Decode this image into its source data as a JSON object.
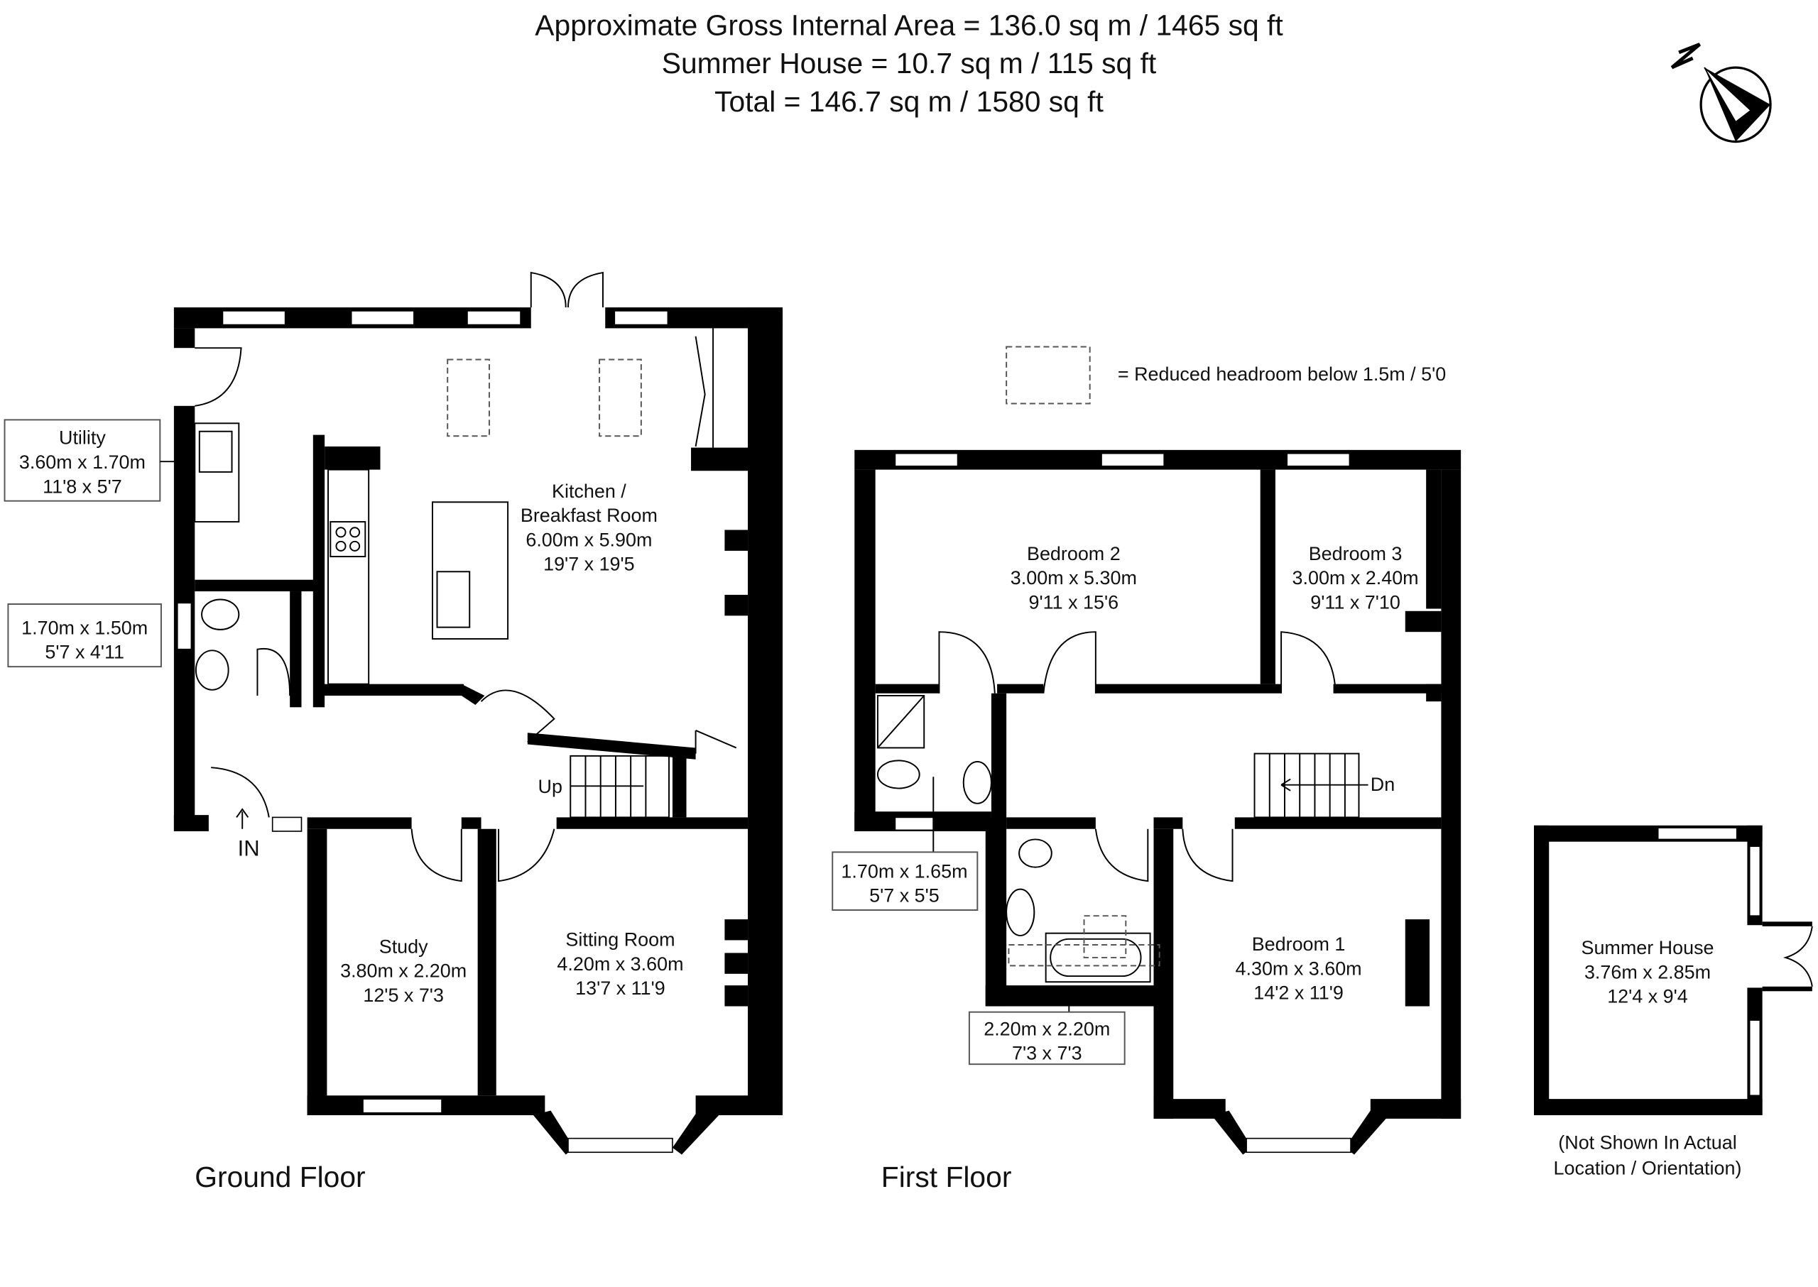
{
  "header": {
    "line1": "Approximate Gross Internal Area = 136.0 sq m / 1465 sq ft",
    "line2": "Summer House = 10.7 sq m / 115 sq ft",
    "line3": "Total = 146.7 sq m / 1580 sq ft"
  },
  "compass": {
    "label": "N",
    "icon": "north-arrow-icon"
  },
  "legend": {
    "text": "= Reduced headroom below 1.5m / 5'0"
  },
  "ground_floor": {
    "title": "Ground Floor",
    "entrance": "IN",
    "stairs": "Up",
    "rooms": {
      "kitchen": {
        "name1": "Kitchen /",
        "name2": "Breakfast Room",
        "metric": "6.00m x 5.90m",
        "imperial": "19'7 x 19'5"
      },
      "utility": {
        "name": "Utility",
        "metric": "3.60m x 1.70m",
        "imperial": "11'8 x 5'7"
      },
      "wc": {
        "metric": "1.70m x 1.50m",
        "imperial": "5'7 x 4'11"
      },
      "study": {
        "name": "Study",
        "metric": "3.80m x 2.20m",
        "imperial": "12'5 x 7'3"
      },
      "sitting": {
        "name": "Sitting Room",
        "metric": "4.20m x 3.60m",
        "imperial": "13'7 x 11'9"
      }
    }
  },
  "first_floor": {
    "title": "First Floor",
    "stairs": "Dn",
    "rooms": {
      "bedroom2": {
        "name": "Bedroom 2",
        "metric": "3.00m x 5.30m",
        "imperial": "9'11 x 15'6"
      },
      "bedroom3": {
        "name": "Bedroom 3",
        "metric": "3.00m x 2.40m",
        "imperial": "9'11 x 7'10"
      },
      "ensuite": {
        "metric": "1.70m x 1.65m",
        "imperial": "5'7 x 5'5"
      },
      "bathroom": {
        "metric": "2.20m x 2.20m",
        "imperial": "7'3 x 7'3"
      },
      "bedroom1": {
        "name": "Bedroom 1",
        "metric": "4.30m x 3.60m",
        "imperial": "14'2 x 11'9"
      }
    }
  },
  "summer_house": {
    "name": "Summer House",
    "metric": "3.76m x 2.85m",
    "imperial": "12'4 x 9'4",
    "note1": "(Not Shown In Actual",
    "note2": "Location / Orientation)"
  }
}
